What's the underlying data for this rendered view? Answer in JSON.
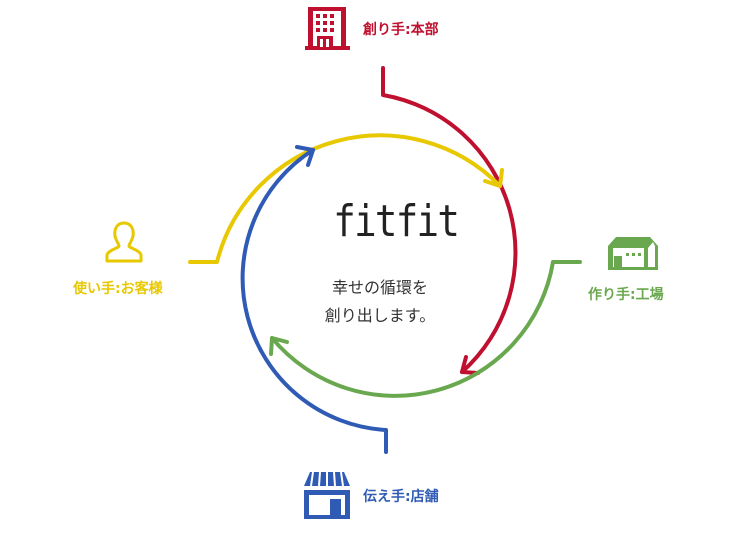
{
  "center": {
    "logo": "fitfit",
    "message_line1": "幸せの循環を",
    "message_line2": "創り出します。"
  },
  "nodes": {
    "headquarters": {
      "label": "創り手:本部",
      "icon": "building-icon",
      "color": "#c0102f"
    },
    "factory": {
      "label": "作り手:工場",
      "icon": "factory-icon",
      "color": "#6aa84f"
    },
    "store": {
      "label": "伝え手:店舗",
      "icon": "store-icon",
      "color": "#2f5bb5"
    },
    "customer": {
      "label": "使い手:お客様",
      "icon": "person-icon",
      "color": "#e8c800"
    }
  }
}
